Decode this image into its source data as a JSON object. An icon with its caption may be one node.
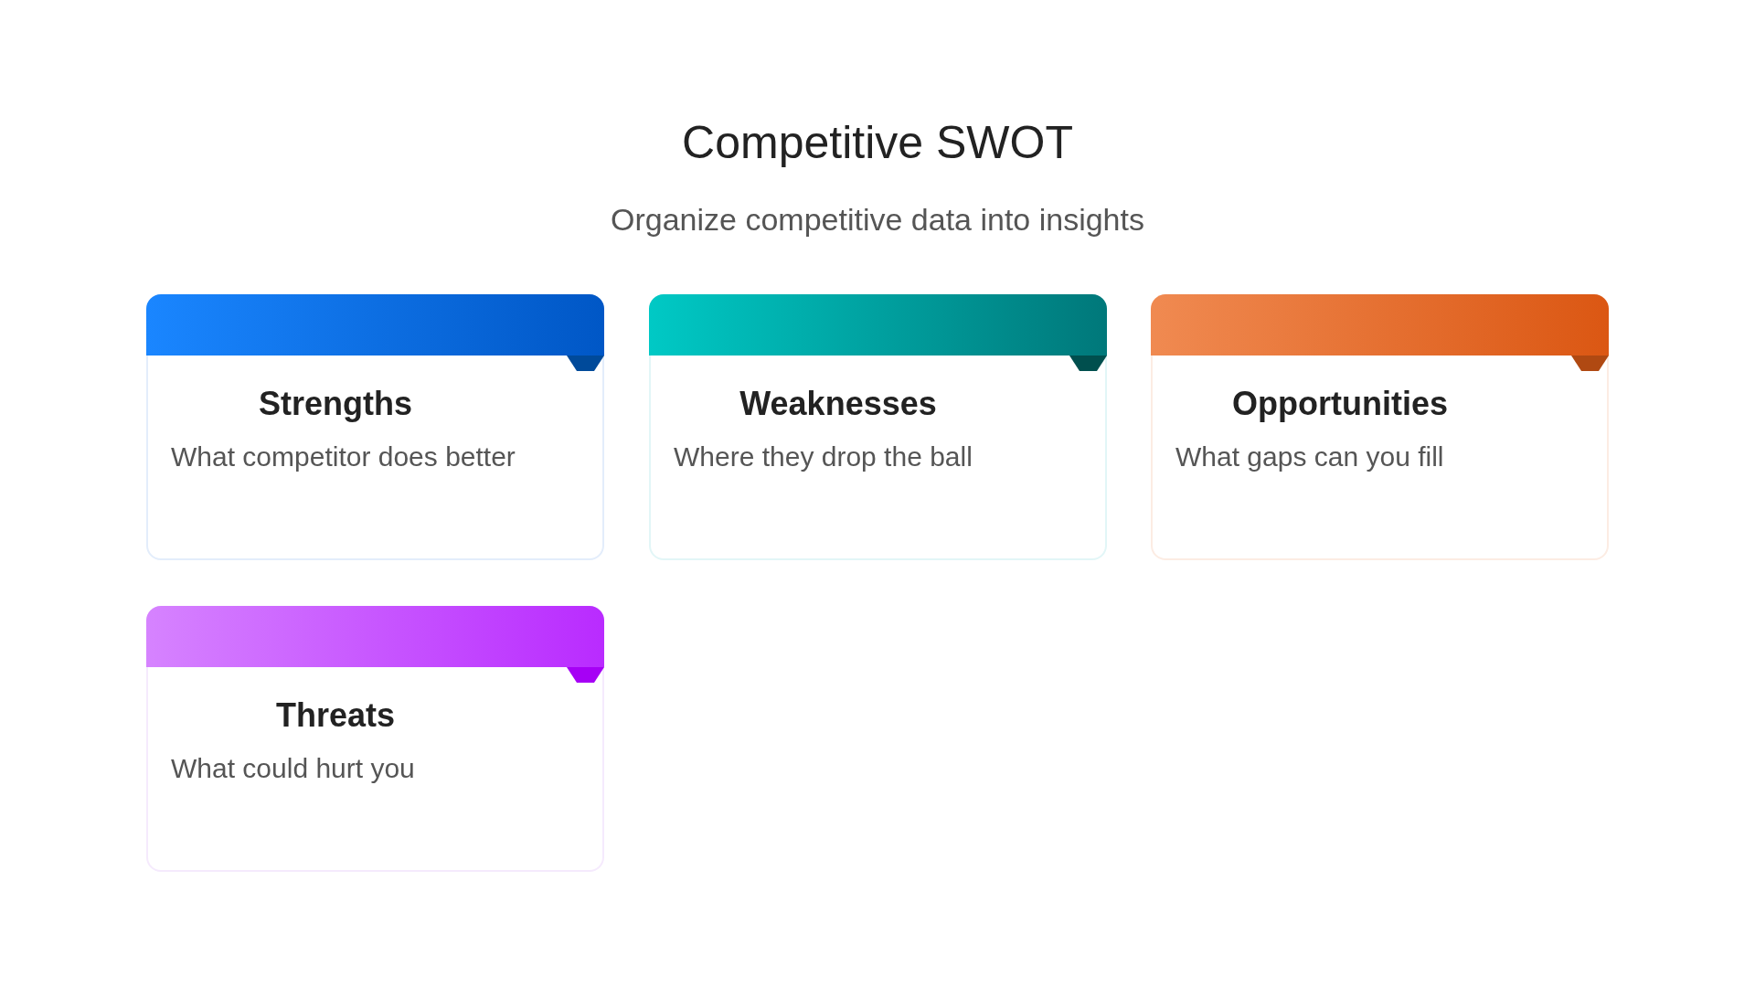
{
  "diagram": {
    "title": "Competitive SWOT",
    "nodes": [
      {
        "text": [
          "Strengths",
          "What competitor does better"
        ]
      },
      {
        "text": [
          "Weaknesses",
          "Where they drop the ball"
        ]
      },
      {
        "text": [
          "Opportunities",
          "What gaps can you fill"
        ]
      },
      {
        "text": [
          "Threats",
          "What could hurt you"
        ]
      }
    ],
    "labels": [
      "Organize competitive data into insights"
    ]
  }
}
